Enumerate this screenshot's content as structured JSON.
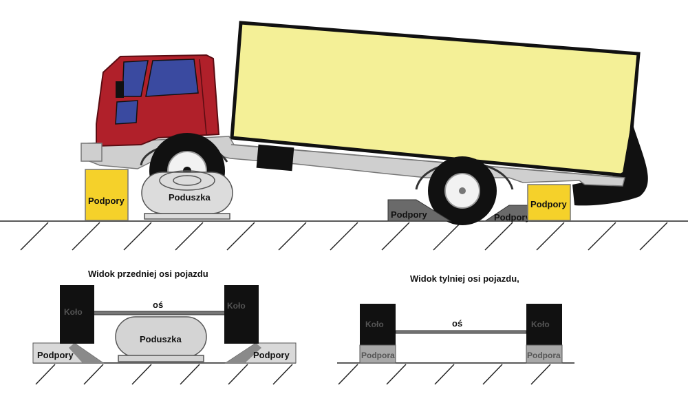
{
  "truck_scene": {
    "support_left": "Podpory",
    "cushion": "Poduszka",
    "ramp_left": "Podpory",
    "ramp_right": "Podpory",
    "support_right": "Podpory"
  },
  "front_axle_view": {
    "title": "Widok przedniej osi pojazdu",
    "wheel_left": "Koło",
    "wheel_right": "Koło",
    "axle": "oś",
    "cushion": "Poduszka",
    "support_left": "Podpory",
    "support_right": "Podpory"
  },
  "rear_axle_view": {
    "title": "Widok tylniej osi pojazdu,",
    "wheel_left": "Koło",
    "wheel_right": "Koło",
    "axle": "oś",
    "support_left": "Podpora",
    "support_right": "Podpora"
  },
  "colors": {
    "cab": "#b0202a",
    "window": "#3a4aa0",
    "cargo_box": "#f4f097",
    "support_block": "#f5d12a",
    "chassis": "#cfcfcf",
    "ramp": "#6a6a6a"
  }
}
